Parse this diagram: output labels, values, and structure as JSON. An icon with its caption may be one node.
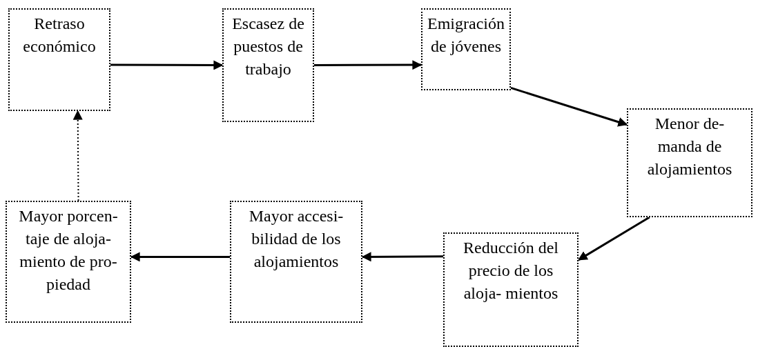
{
  "diagram": {
    "nodes": [
      {
        "text": [
          "Retraso económico"
        ]
      },
      {
        "text": [
          "Escasez de puestos de trabajo"
        ]
      },
      {
        "text": [
          "Emigración de jóvenes"
        ]
      },
      {
        "text": [
          "Menor de- manda de alojamientos"
        ]
      },
      {
        "text": [
          "Reducción del precio de los aloja- mientos"
        ]
      },
      {
        "text": [
          "Mayor accesi- bilidad de los alojamientos"
        ]
      },
      {
        "text": [
          "Mayor porcen- taje de aloja- miento de pro- piedad"
        ]
      }
    ],
    "edges": [
      {
        "from": 0,
        "to": 1,
        "arrow": "to"
      },
      {
        "from": 1,
        "to": 2,
        "arrow": "to"
      },
      {
        "from": 2,
        "to": 3,
        "arrow": "to"
      },
      {
        "from": 3,
        "to": 4,
        "arrow": "to"
      },
      {
        "from": 4,
        "to": 5,
        "arrow": "to"
      },
      {
        "from": 5,
        "to": 6,
        "arrow": "to"
      },
      {
        "from": 6,
        "to": 0,
        "arrow": "to",
        "style": "dashed"
      }
    ]
  }
}
